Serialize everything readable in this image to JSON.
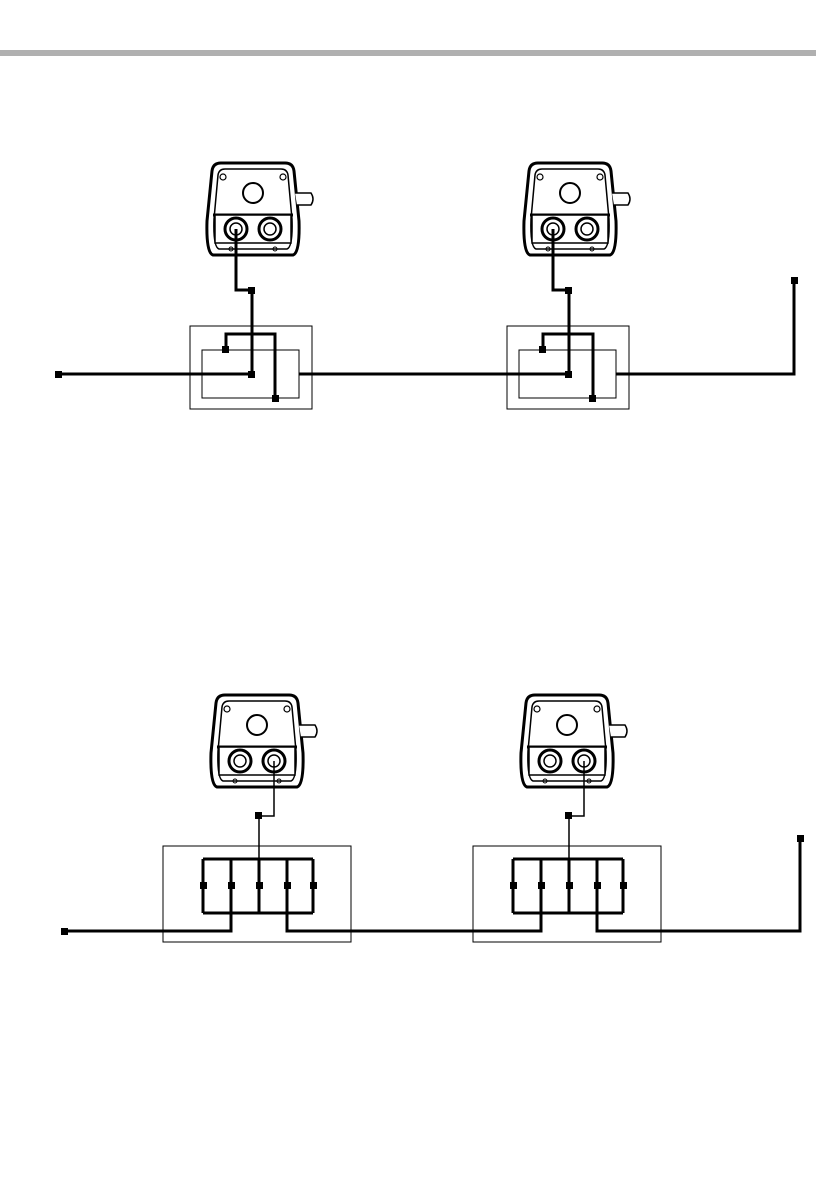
{
  "page": {
    "header_rule": true,
    "colors": {
      "rule": "#b0b0b0",
      "ink": "#000000",
      "background": "#ffffff"
    }
  },
  "diagrams": [
    {
      "id": "diagram-top",
      "devices": [
        "wireless-detector-1",
        "wireless-detector-2"
      ],
      "terminal_blocks": [
        "junction-box-1",
        "junction-box-2"
      ]
    },
    {
      "id": "diagram-bottom",
      "devices": [
        "wireless-detector-3",
        "wireless-detector-4"
      ],
      "terminal_blocks": [
        "terminal-strip-1",
        "terminal-strip-2"
      ]
    }
  ]
}
